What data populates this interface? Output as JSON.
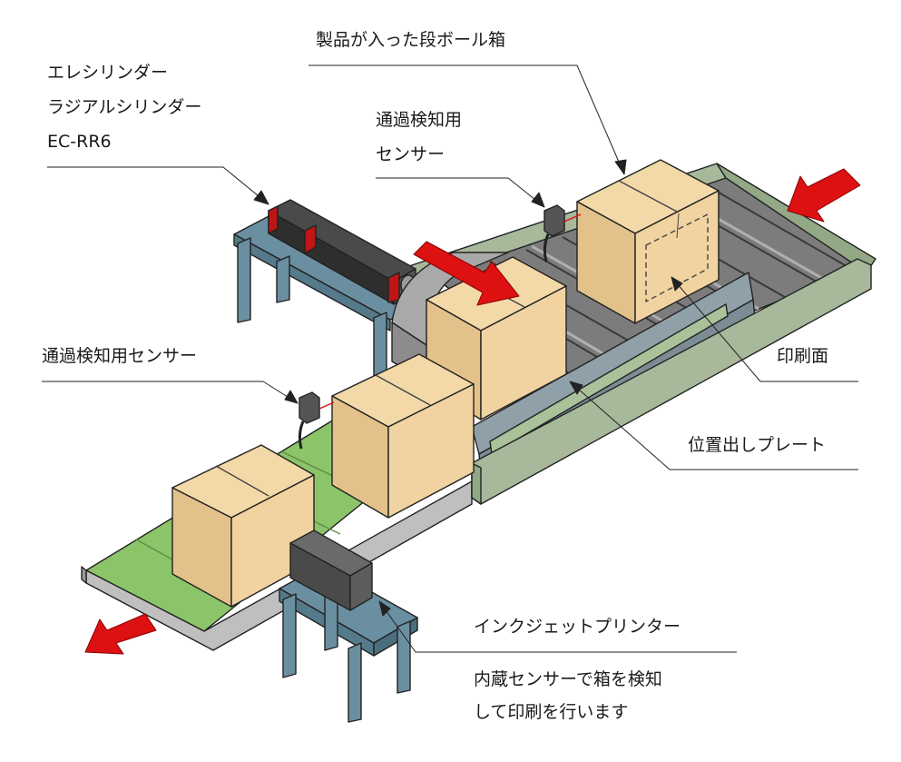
{
  "labels": {
    "cylinder": [
      "エレシリンダー",
      "ラジアルシリンダー",
      "EC-RR6"
    ],
    "box": "製品が入った段ボール箱",
    "sensor_top": [
      "通過検知用",
      "センサー"
    ],
    "sensor_left": "通過検知用センサー",
    "print_face": "印刷面",
    "position_plate": "位置出しプレート",
    "printer": "インクジェットプリンター",
    "printer_note": [
      "内蔵センサーで箱を検知",
      "して印刷を行います"
    ]
  },
  "colors": {
    "belt_green": "#8cc46a",
    "roller_gray": "#8a8a8a",
    "frame_green": "#a7b99a",
    "box_kraft": "#e9c994",
    "stand_blue": "#6a8fa0",
    "cylinder_dark": "#3a3a3a",
    "accent_red": "#dd1111",
    "guide_plate": "#8fa0a8"
  }
}
